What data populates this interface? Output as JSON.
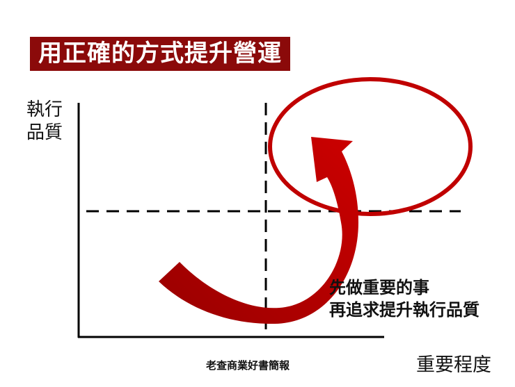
{
  "title": "用正確的方式提升營運",
  "axes": {
    "y_label_line1": "執行",
    "y_label_line2": "品質",
    "x_label": "重要程度"
  },
  "caption": {
    "line1": "先做重要的事",
    "line2": "再追求提升執行品質"
  },
  "footer": "老查商業好書簡報",
  "colors": {
    "title_bg": "#8b0a0a",
    "arrow": "#c00000",
    "arrow_dark": "#9a0000",
    "ellipse": "#c00000",
    "axis": "#000000"
  }
}
